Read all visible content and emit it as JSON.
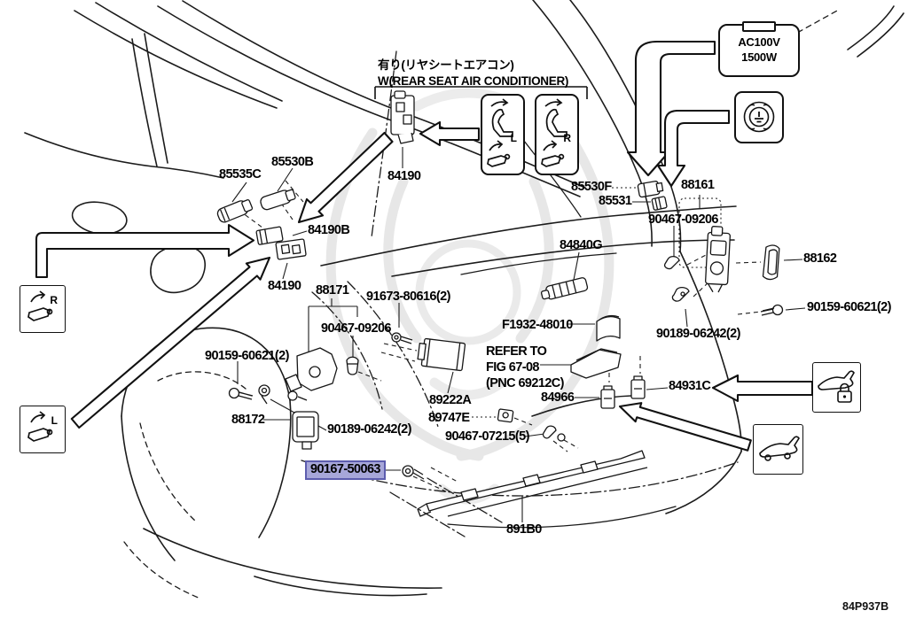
{
  "header": {
    "jp": "有り(リヤシートエアコン)",
    "en": "W(REAR SEAT AIR CONDITIONER)"
  },
  "ac_outlet_label": {
    "line1": "AC100V",
    "line2": "1500W"
  },
  "legend": {
    "seat_box_left_letter": "L",
    "seat_box_right_letter": "R",
    "lever_box_right_letter": "R",
    "lever_box_left_letter": "L"
  },
  "note": {
    "line1": "REFER TO",
    "line2": "FIG 67-08",
    "line3": "(PNC 69212C)"
  },
  "diagram_code": "84P937B",
  "selected_part": "90167-50063",
  "colors": {
    "highlight_bg": "#a7a7d9",
    "highlight_border": "#5d5dae",
    "line": "#1b1b1b"
  },
  "parts": [
    {
      "text": "84190"
    },
    {
      "text": "85535C"
    },
    {
      "text": "85530B"
    },
    {
      "text": "84190B"
    },
    {
      "text": "84190"
    },
    {
      "text": "88171"
    },
    {
      "text": "91673-80616(2)"
    },
    {
      "text": "90467-09206"
    },
    {
      "text": "90159-60621(2)"
    },
    {
      "text": "88172"
    },
    {
      "text": "90189-06242(2)"
    },
    {
      "text": "89222A"
    },
    {
      "text": "89747E"
    },
    {
      "text": "90467-07215(5)"
    },
    {
      "text": "90167-50063"
    },
    {
      "text": "891B0"
    },
    {
      "text": "84840G"
    },
    {
      "text": "F1932-48010"
    },
    {
      "text": "84966"
    },
    {
      "text": "84931C"
    },
    {
      "text": "85530F"
    },
    {
      "text": "85531"
    },
    {
      "text": "90467-09206"
    },
    {
      "text": "88161"
    },
    {
      "text": "90189-06242(2)"
    },
    {
      "text": "88162"
    },
    {
      "text": "90159-60621(2)"
    }
  ]
}
